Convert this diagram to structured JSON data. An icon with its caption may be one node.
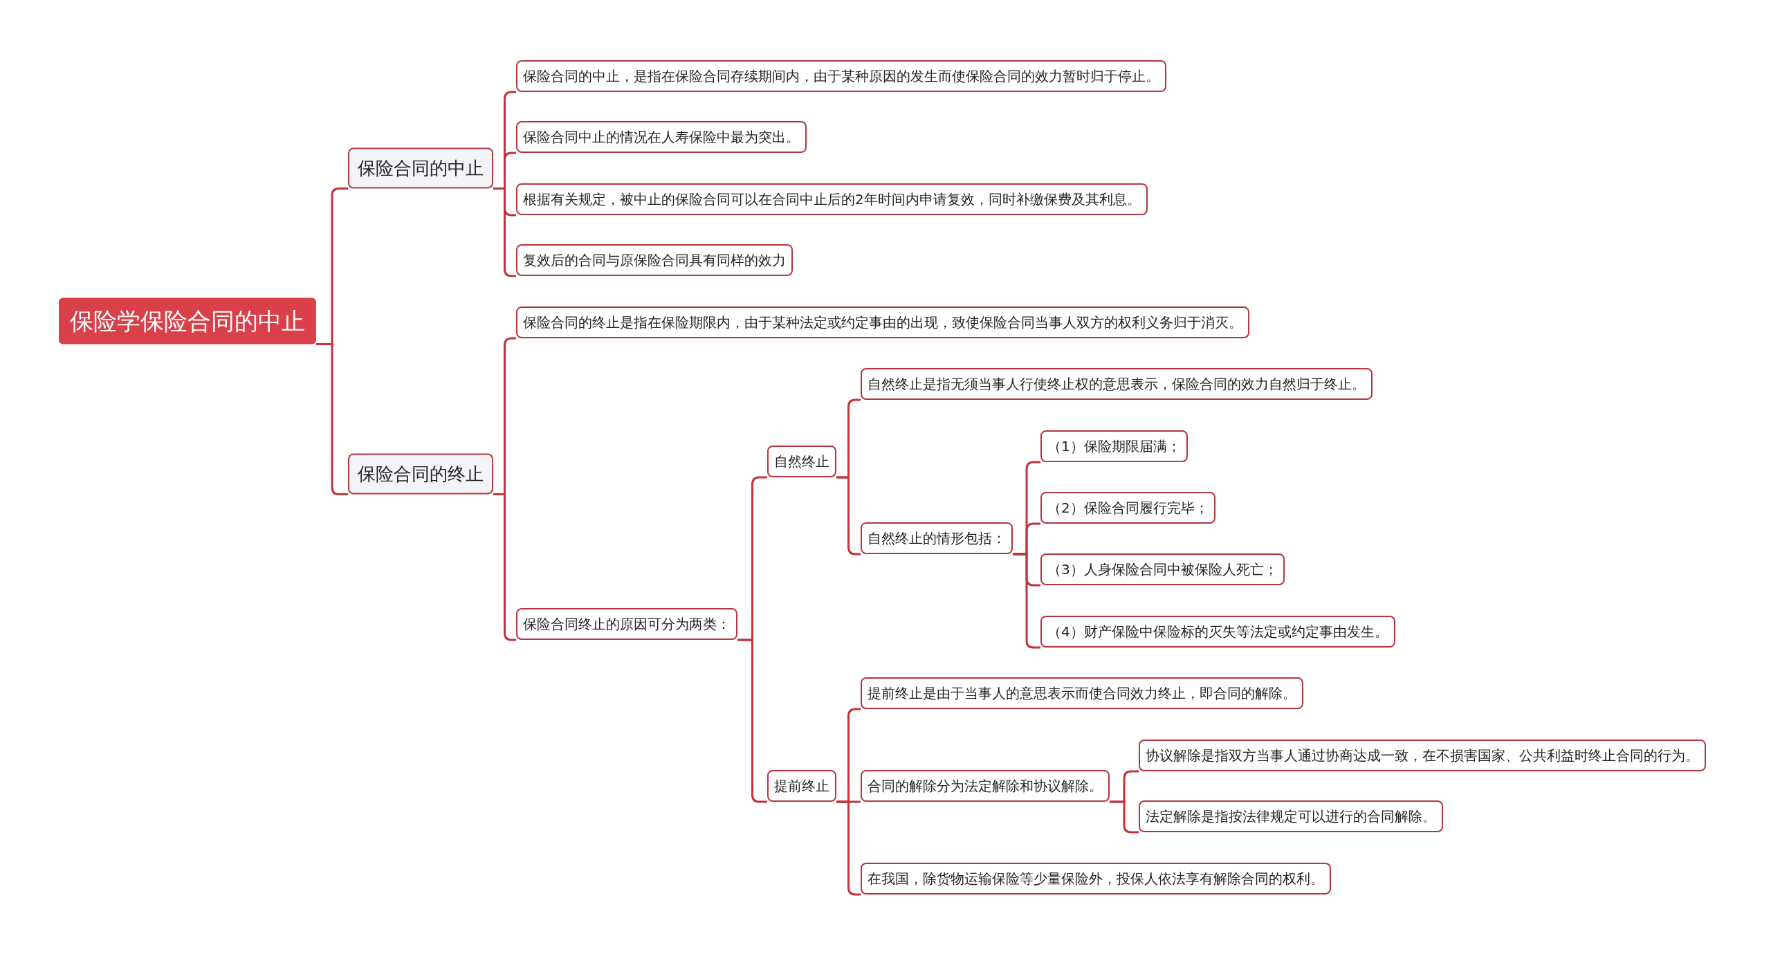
{
  "diagram": {
    "nodes": [
      {
        "text": [
          "保险学保险合同的中止"
        ]
      },
      {
        "text": [
          "保险合同的中止"
        ]
      },
      {
        "text": [
          "保险合同的中止，是指在保险合同存续期间内，由于某种原因的发生而使保险合同的效力暂时归于停止。"
        ]
      },
      {
        "text": [
          "保险合同中止的情况在人寿保险中最为突出。"
        ]
      },
      {
        "text": [
          "根据有关规定，被中止的保险合同可以在合同中止后的2年时间内申请复效，同时补缴保费及其利息。"
        ]
      },
      {
        "text": [
          "复效后的合同与原保险合同具有同样的效力"
        ]
      },
      {
        "text": [
          "保险合同的终止"
        ]
      },
      {
        "text": [
          "保险合同的终止是指在保险期限内，由于某种法定或约定事由的出现，致使保险合同当事人双方的权利义务归于消灭。"
        ]
      },
      {
        "text": [
          "保险合同终止的原因可分为两类："
        ]
      },
      {
        "text": [
          "自然终止"
        ]
      },
      {
        "text": [
          "自然终止是指无须当事人行使终止权的意思表示，保险合同的效力自然归于终止。"
        ]
      },
      {
        "text": [
          "自然终止的情形包括："
        ]
      },
      {
        "text": [
          "（1）保险期限届满；"
        ]
      },
      {
        "text": [
          "（2）保险合同履行完毕；"
        ]
      },
      {
        "text": [
          "（3）人身保险合同中被保险人死亡；"
        ]
      },
      {
        "text": [
          "（4）财产保险中保险标的灭失等法定或约定事由发生。"
        ]
      },
      {
        "text": [
          "提前终止"
        ]
      },
      {
        "text": [
          "提前终止是由于当事人的意思表示而使合同效力终止，即合同的解除。"
        ]
      },
      {
        "text": [
          "合同的解除分为法定解除和协议解除。"
        ]
      },
      {
        "text": [
          "协议解除是指双方当事人通过协商达成一致，在不损害国家、公共利益时终止合同的行为。"
        ]
      },
      {
        "text": [
          "法定解除是指按法律规定可以进行的合同解除。"
        ]
      },
      {
        "text": [
          "在我国，除货物运输保险等少量保险外，投保人依法享有解除合同的权利。"
        ]
      }
    ],
    "edges": [
      {
        "from": 0,
        "to": 1,
        "arrow": "none"
      },
      {
        "from": 1,
        "to": 2,
        "arrow": "none"
      },
      {
        "from": 1,
        "to": 3,
        "arrow": "none"
      },
      {
        "from": 1,
        "to": 4,
        "arrow": "none"
      },
      {
        "from": 1,
        "to": 5,
        "arrow": "none"
      },
      {
        "from": 0,
        "to": 6,
        "arrow": "none"
      },
      {
        "from": 6,
        "to": 7,
        "arrow": "none"
      },
      {
        "from": 6,
        "to": 8,
        "arrow": "none"
      },
      {
        "from": 8,
        "to": 9,
        "arrow": "none"
      },
      {
        "from": 9,
        "to": 10,
        "arrow": "none"
      },
      {
        "from": 9,
        "to": 11,
        "arrow": "none"
      },
      {
        "from": 11,
        "to": 12,
        "arrow": "none"
      },
      {
        "from": 11,
        "to": 13,
        "arrow": "none"
      },
      {
        "from": 11,
        "to": 14,
        "arrow": "none"
      },
      {
        "from": 11,
        "to": 15,
        "arrow": "none"
      },
      {
        "from": 8,
        "to": 16,
        "arrow": "none"
      },
      {
        "from": 16,
        "to": 17,
        "arrow": "none"
      },
      {
        "from": 16,
        "to": 18,
        "arrow": "none"
      },
      {
        "from": 18,
        "to": 19,
        "arrow": "none"
      },
      {
        "from": 18,
        "to": 20,
        "arrow": "none"
      },
      {
        "from": 16,
        "to": 21,
        "arrow": "none"
      }
    ]
  }
}
